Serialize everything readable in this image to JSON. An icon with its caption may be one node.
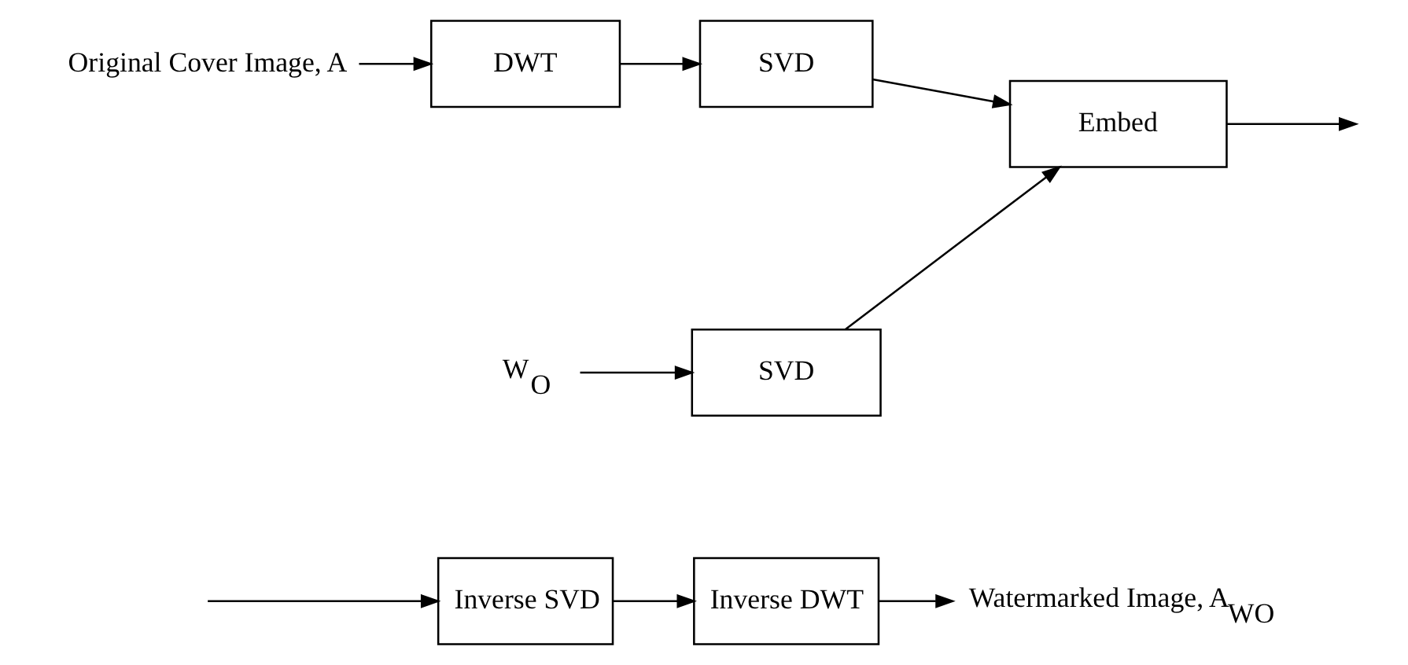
{
  "diagram": {
    "nodes": [
      {
        "text": [
          "Original Cover Image, A"
        ]
      },
      {
        "text": [
          "DWT"
        ]
      },
      {
        "text": [
          "SVD"
        ]
      },
      {
        "text": [
          "W$_{O}$"
        ]
      },
      {
        "text": [
          "SVD"
        ]
      },
      {
        "text": [
          "Embed"
        ]
      },
      {
        "text": [
          "Inverse SVD"
        ]
      },
      {
        "text": [
          "Inverse DWT"
        ]
      },
      {
        "text": [
          "Watermarked Image, A$_{WO}$"
        ]
      }
    ],
    "edges": [
      {
        "from": 0,
        "to": 1,
        "arrow": "to"
      },
      {
        "from": 1,
        "to": 2,
        "arrow": "to"
      },
      {
        "from": 2,
        "to": 5,
        "arrow": "to"
      },
      {
        "from": 3,
        "to": 4,
        "arrow": "to"
      },
      {
        "from": 4,
        "to": 5,
        "arrow": "to"
      },
      {
        "from": 5,
        "to": null,
        "arrow": "to"
      },
      {
        "from": null,
        "to": 6,
        "arrow": "to"
      },
      {
        "from": 6,
        "to": 7,
        "arrow": "to"
      },
      {
        "from": 7,
        "to": 8,
        "arrow": "to"
      }
    ]
  }
}
